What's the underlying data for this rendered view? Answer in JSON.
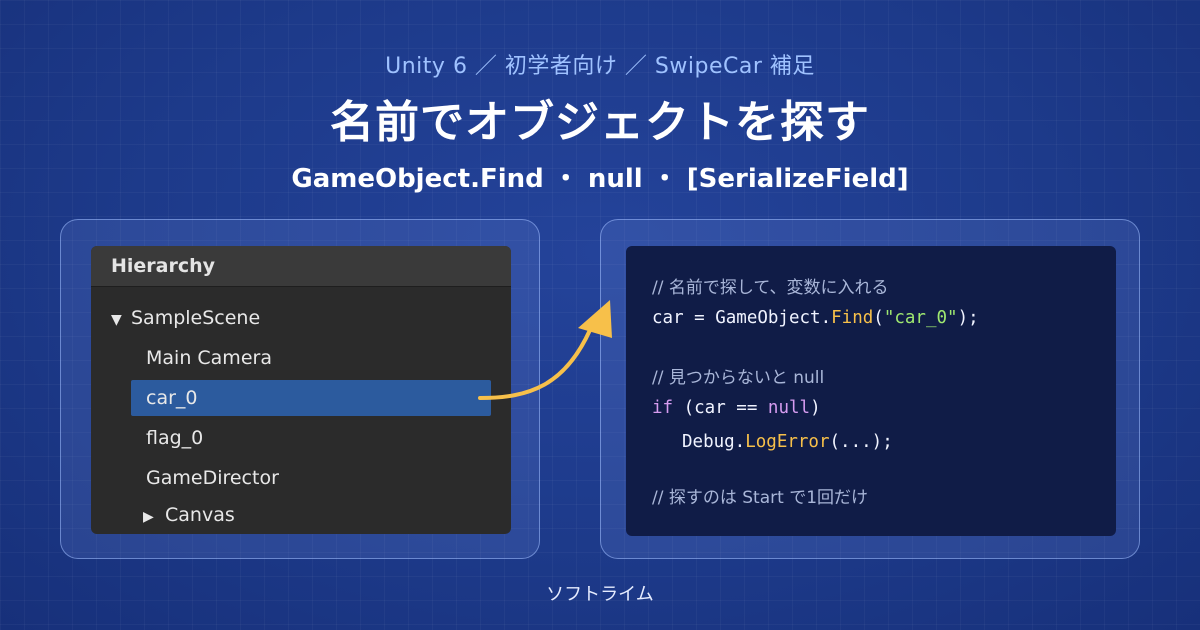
{
  "header": {
    "subtitle": "Unity 6 ／ 初学者向け ／ SwipeCar 補足",
    "title": "名前でオブジェクトを探す",
    "keywords": "GameObject.Find ・ null ・ [SerializeField]"
  },
  "hierarchy": {
    "header": "Hierarchy",
    "scene": "SampleScene",
    "items": [
      "Main Camera",
      "car_0",
      "flag_0",
      "GameDirector"
    ],
    "selected": "car_0",
    "collapsed_item": "Canvas"
  },
  "code": {
    "comment_1": "// 名前で探して、変数に入れる",
    "line_1": {
      "a": "car = GameObject.",
      "fn": "Find",
      "b": "(",
      "str": "\"car_0\"",
      "c": ");"
    },
    "comment_2": "// 見つからないと null",
    "line_2": {
      "kw1": "if",
      "a": " (car == ",
      "kw2": "null",
      "b": ")"
    },
    "line_3": {
      "a": "Debug.",
      "fn": "LogError",
      "b": "(...);"
    },
    "comment_3": "// 探すのは Start で1回だけ"
  },
  "colors": {
    "background": "#1d3a8a",
    "selection": "#2c5b9e",
    "arrow": "#f7c04a",
    "function": "#f7c04a",
    "string": "#9fe870",
    "keyword": "#d69cf0"
  },
  "footer": "ソフトライム"
}
